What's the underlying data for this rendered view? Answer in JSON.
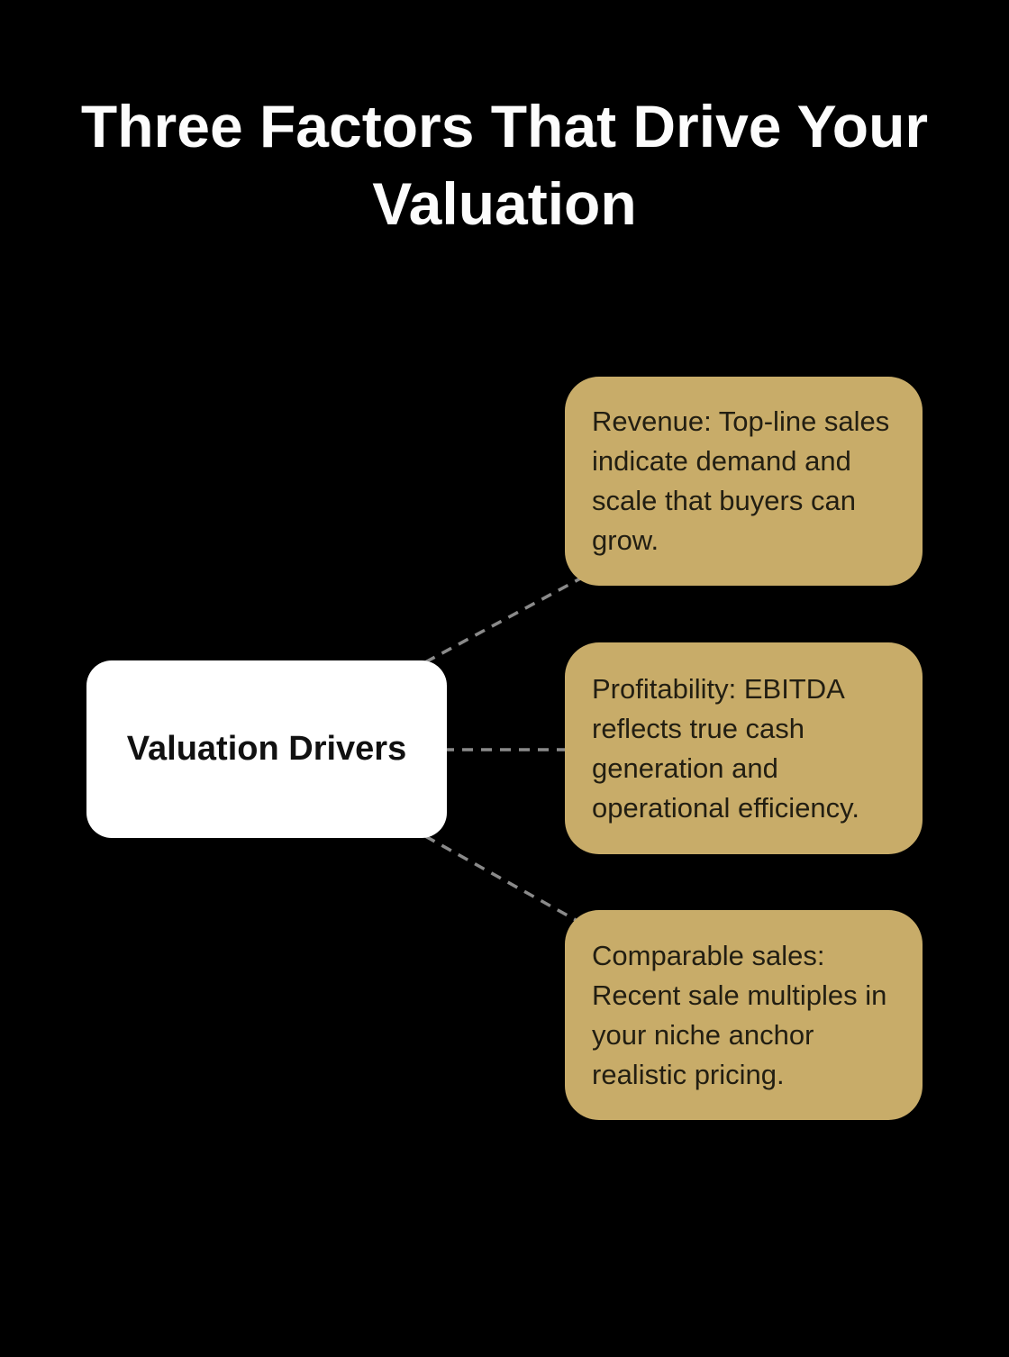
{
  "title": "Three Factors That Drive Your Valuation",
  "center_node": {
    "label": "Valuation Drivers"
  },
  "factors": [
    {
      "id": "revenue",
      "text": "Revenue: Top-line sales indicate demand and scale that buyers can grow."
    },
    {
      "id": "profitability",
      "text": "Profitability: EBITDA reflects true cash generation and operational efficiency."
    },
    {
      "id": "comparable-sales",
      "text": "Comparable sales: Recent sale multiples in your niche anchor realistic pricing."
    }
  ],
  "colors": {
    "background": "#000000",
    "title_text": "#FCFCFC",
    "factor_box_fill": "#C8AC69",
    "factor_text": "#221E12",
    "center_box_fill": "#FFFFFF",
    "center_text": "#111111",
    "connector": "#8A8A8A"
  }
}
